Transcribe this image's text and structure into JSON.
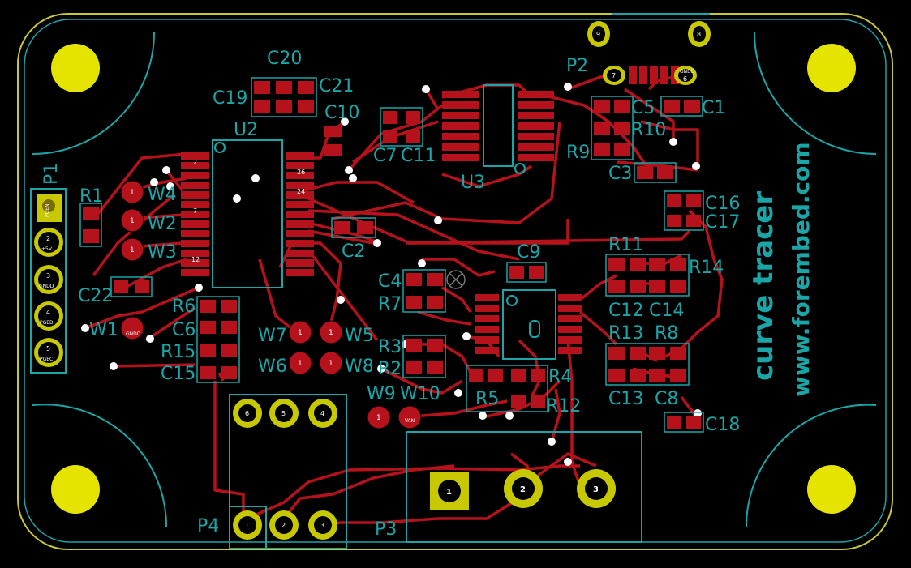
{
  "board": {
    "title": "curve tracer",
    "url": "www.forembed.com"
  },
  "colors": {
    "background": "#000000",
    "edge": "#c8c832",
    "copper": "#b5121b",
    "silkscreen": "#1aa6a8",
    "pad_th": "#c8c800",
    "mount_hole": "#e4e400"
  },
  "references": {
    "P1": "P1",
    "P2": "P2",
    "P3": "P3",
    "P4": "P4",
    "U2": "U2",
    "U3": "U3",
    "R1": "R1",
    "R2": "R2",
    "R3": "R3",
    "R4": "R4",
    "R5": "R5",
    "R6": "R6",
    "R7": "R7",
    "R8": "R8",
    "R9": "R9",
    "R10": "R10",
    "R11": "R11",
    "R12": "R12",
    "R13": "R13",
    "R14": "R14",
    "R15": "R15",
    "C1": "C1",
    "C2": "C2",
    "C3": "C3",
    "C4": "C4",
    "C5": "C5",
    "C6": "C6",
    "C7": "C7",
    "C8": "C8",
    "C9": "C9",
    "C10": "C10",
    "C11": "C11",
    "C12": "C12",
    "C13": "C13",
    "C14": "C14",
    "C15": "C15",
    "C16": "C16",
    "C17": "C17",
    "C18": "C18",
    "C19": "C19",
    "C20": "C20",
    "C21": "C21",
    "C22": "C22",
    "W1": "W1",
    "W2": "W2",
    "W3": "W3",
    "W4": "W4",
    "W5": "W5",
    "W6": "W6",
    "W7": "W7",
    "W8": "W8",
    "W9": "W9",
    "W10": "W10"
  },
  "p1_pins": [
    {
      "num": "",
      "label": "PGEN"
    },
    {
      "num": "2",
      "label": "+5V"
    },
    {
      "num": "3",
      "label": "GNDD"
    },
    {
      "num": "4",
      "label": "PGED"
    },
    {
      "num": "5",
      "label": "PGEC"
    }
  ],
  "p2_pins": {
    "p7": "7",
    "p6": "6",
    "p6_label": "GNDD",
    "p9": "9",
    "p8": "8"
  },
  "p3_pins": [
    "1",
    "2",
    "3"
  ],
  "p4_pins": [
    "1",
    "2",
    "3",
    "4",
    "5",
    "6"
  ],
  "u2_pins": {
    "left": [
      "2",
      "7",
      "12"
    ],
    "right": [
      "26",
      "24"
    ]
  },
  "misc_labels": {
    "w1": "GNDD",
    "w10": "-VAN",
    "plus5v": "+5V"
  }
}
